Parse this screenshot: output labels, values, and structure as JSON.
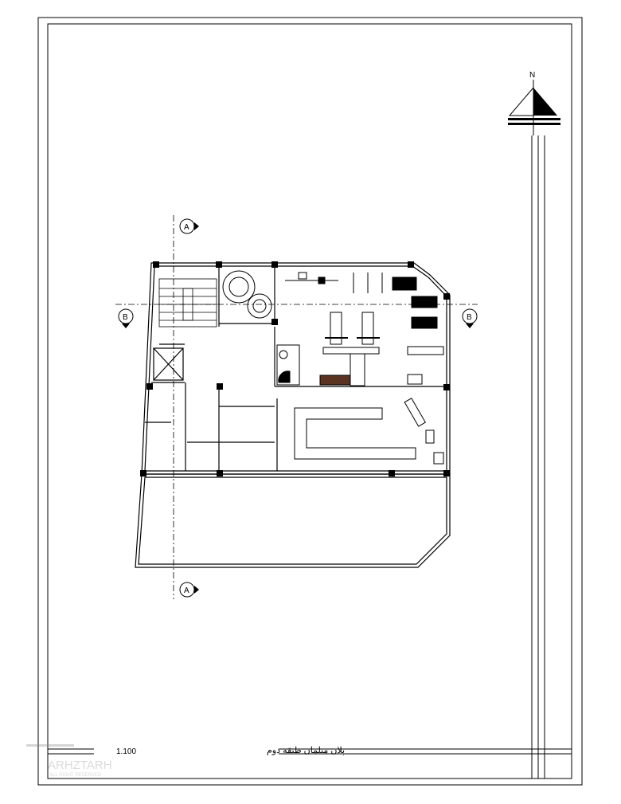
{
  "north_arrow": {
    "label": "N"
  },
  "section_markers": {
    "a_top": "A",
    "a_bottom": "A",
    "b_left": "B",
    "b_right": "B"
  },
  "title_block": {
    "scale": "1.100",
    "title": "پلان مبلمان طبقه دوم"
  },
  "watermark": {
    "brand": "ARHZTARH",
    "rights": "ALL RIGHT RESERVED"
  }
}
